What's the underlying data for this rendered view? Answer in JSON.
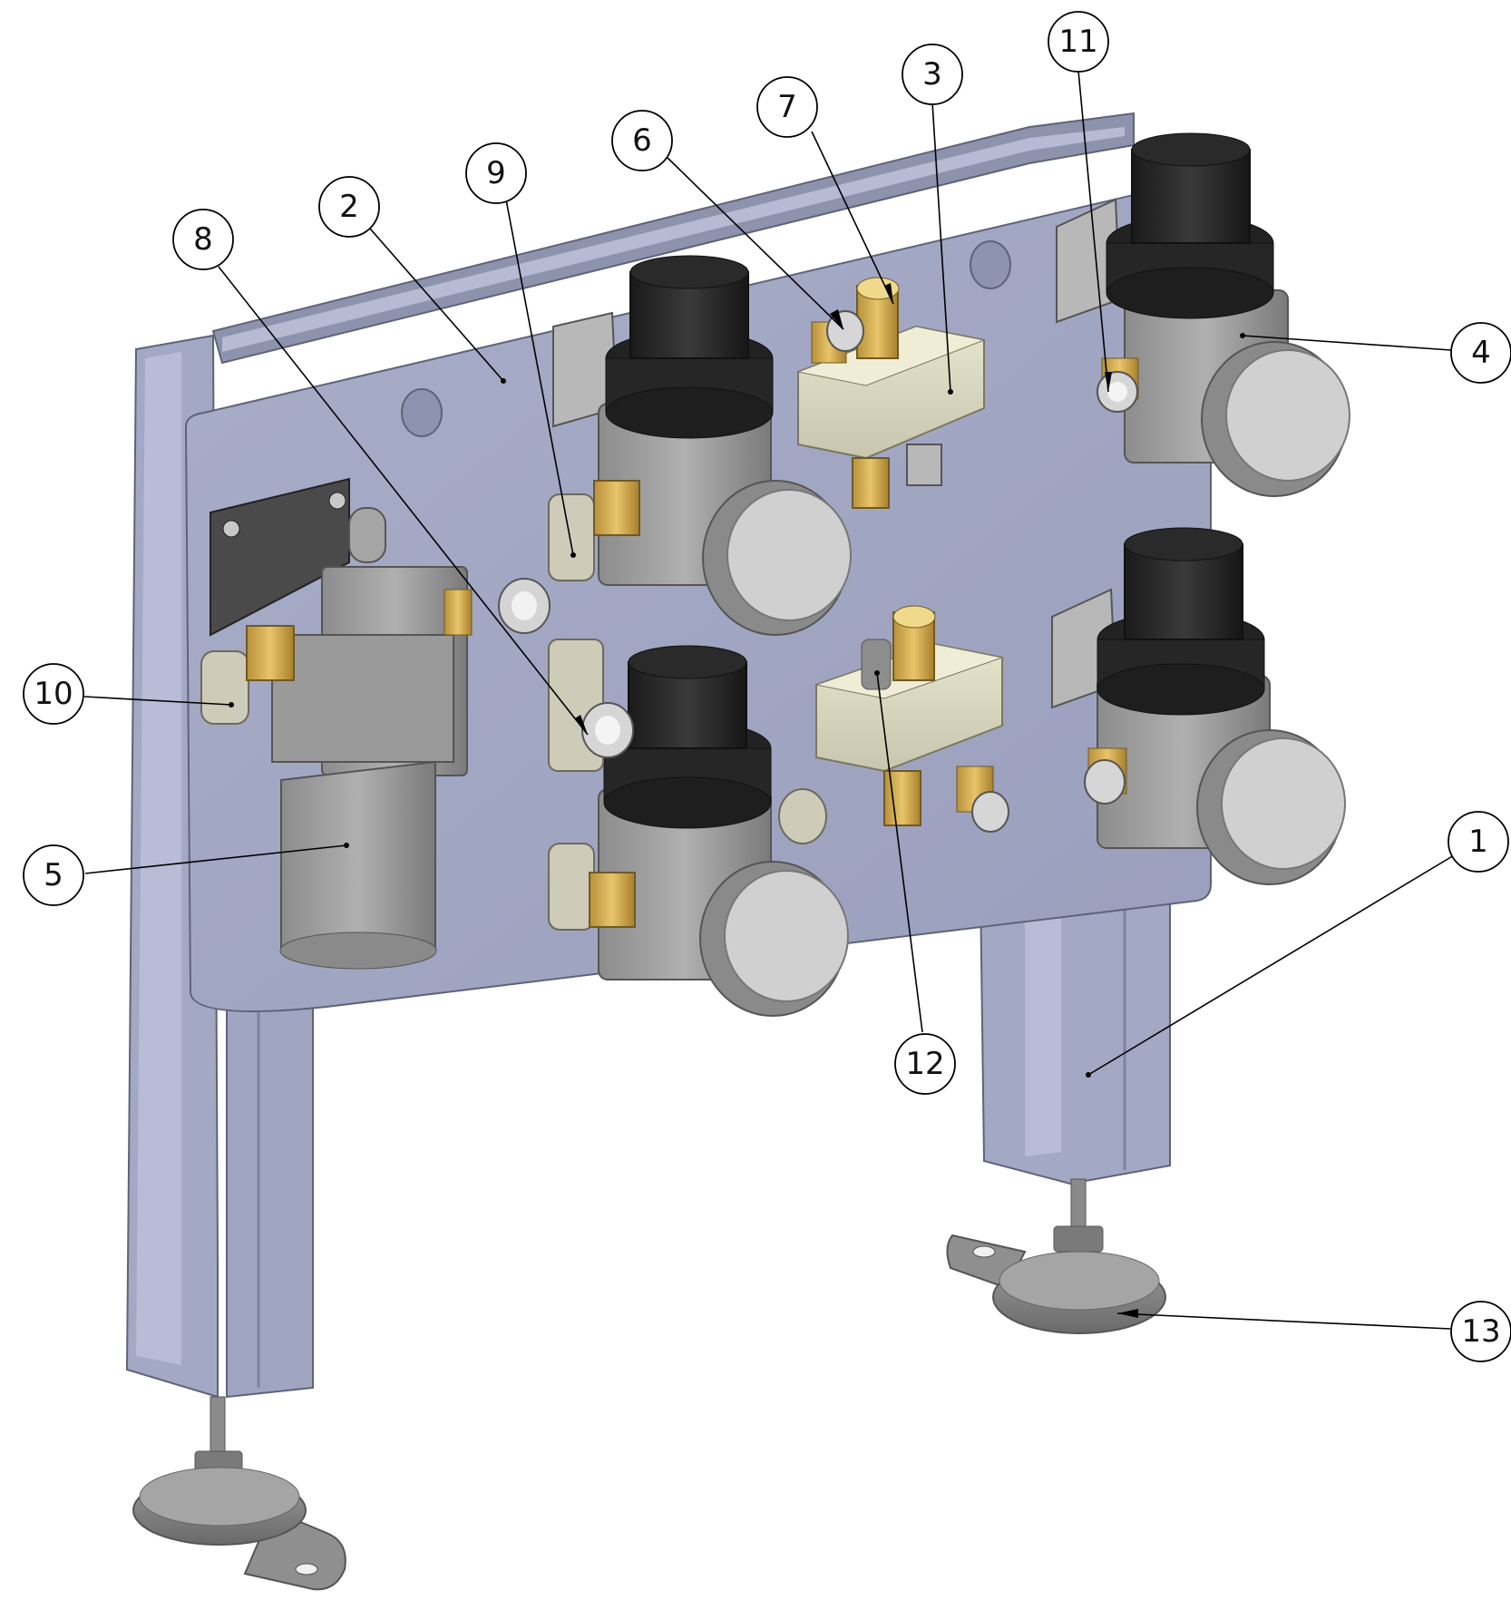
{
  "balloons": [
    {
      "label": "1"
    },
    {
      "label": "2"
    },
    {
      "label": "3"
    },
    {
      "label": "4"
    },
    {
      "label": "5"
    },
    {
      "label": "6"
    },
    {
      "label": "7"
    },
    {
      "label": "8"
    },
    {
      "label": "9"
    },
    {
      "label": "10"
    },
    {
      "label": "11"
    },
    {
      "label": "12"
    },
    {
      "label": "13"
    }
  ]
}
